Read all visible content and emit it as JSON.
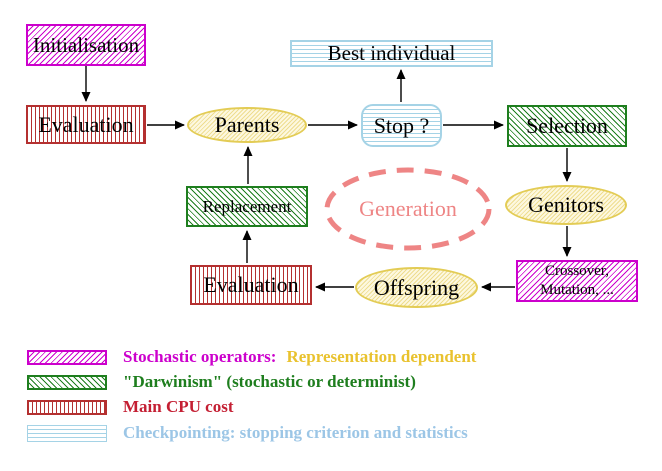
{
  "colors": {
    "magenta": "#cc00cc",
    "green": "#1e7e1e",
    "red": "#b43030",
    "redtext": "#c41f33",
    "cyan": "#a5d3e6",
    "cyantext": "#9cc6e6",
    "yellow": "#e3cc55",
    "yellowline": "#eedd90",
    "gold": "#e9c22e",
    "salmon": "#ee8585"
  },
  "nodes": {
    "initialisation": "Initialisation",
    "evaluation_top": "Evaluation",
    "best_individual": "Best individual",
    "parents": "Parents",
    "stop": "Stop ?",
    "selection": "Selection",
    "replacement": "Replacement",
    "genitors": "Genitors",
    "generation": "Generation",
    "offspring": "Offspring",
    "crossover_line1": "Crossover,",
    "crossover_line2": "Mutation, ...",
    "evaluation_bottom": "Evaluation"
  },
  "legend": {
    "stochastic_label": "Stochastic operators:",
    "representation_label": "Representation dependent",
    "darwinism_label": "\"Darwinism\" (stochastic or determinist)",
    "cpu_label": "Main CPU cost",
    "checkpointing_label": "Checkpointing: stopping criterion and statistics"
  }
}
